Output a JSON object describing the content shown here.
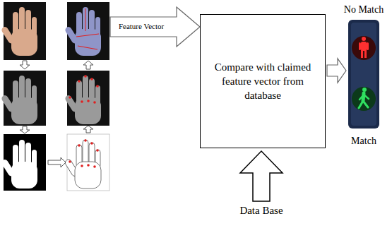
{
  "diagram": {
    "nodes": [
      {
        "text": [
          "Compare with claimed feature vector from database"
        ]
      }
    ],
    "labels": [
      "Feature Vector",
      "Data Base",
      "No Match",
      "Match"
    ]
  }
}
